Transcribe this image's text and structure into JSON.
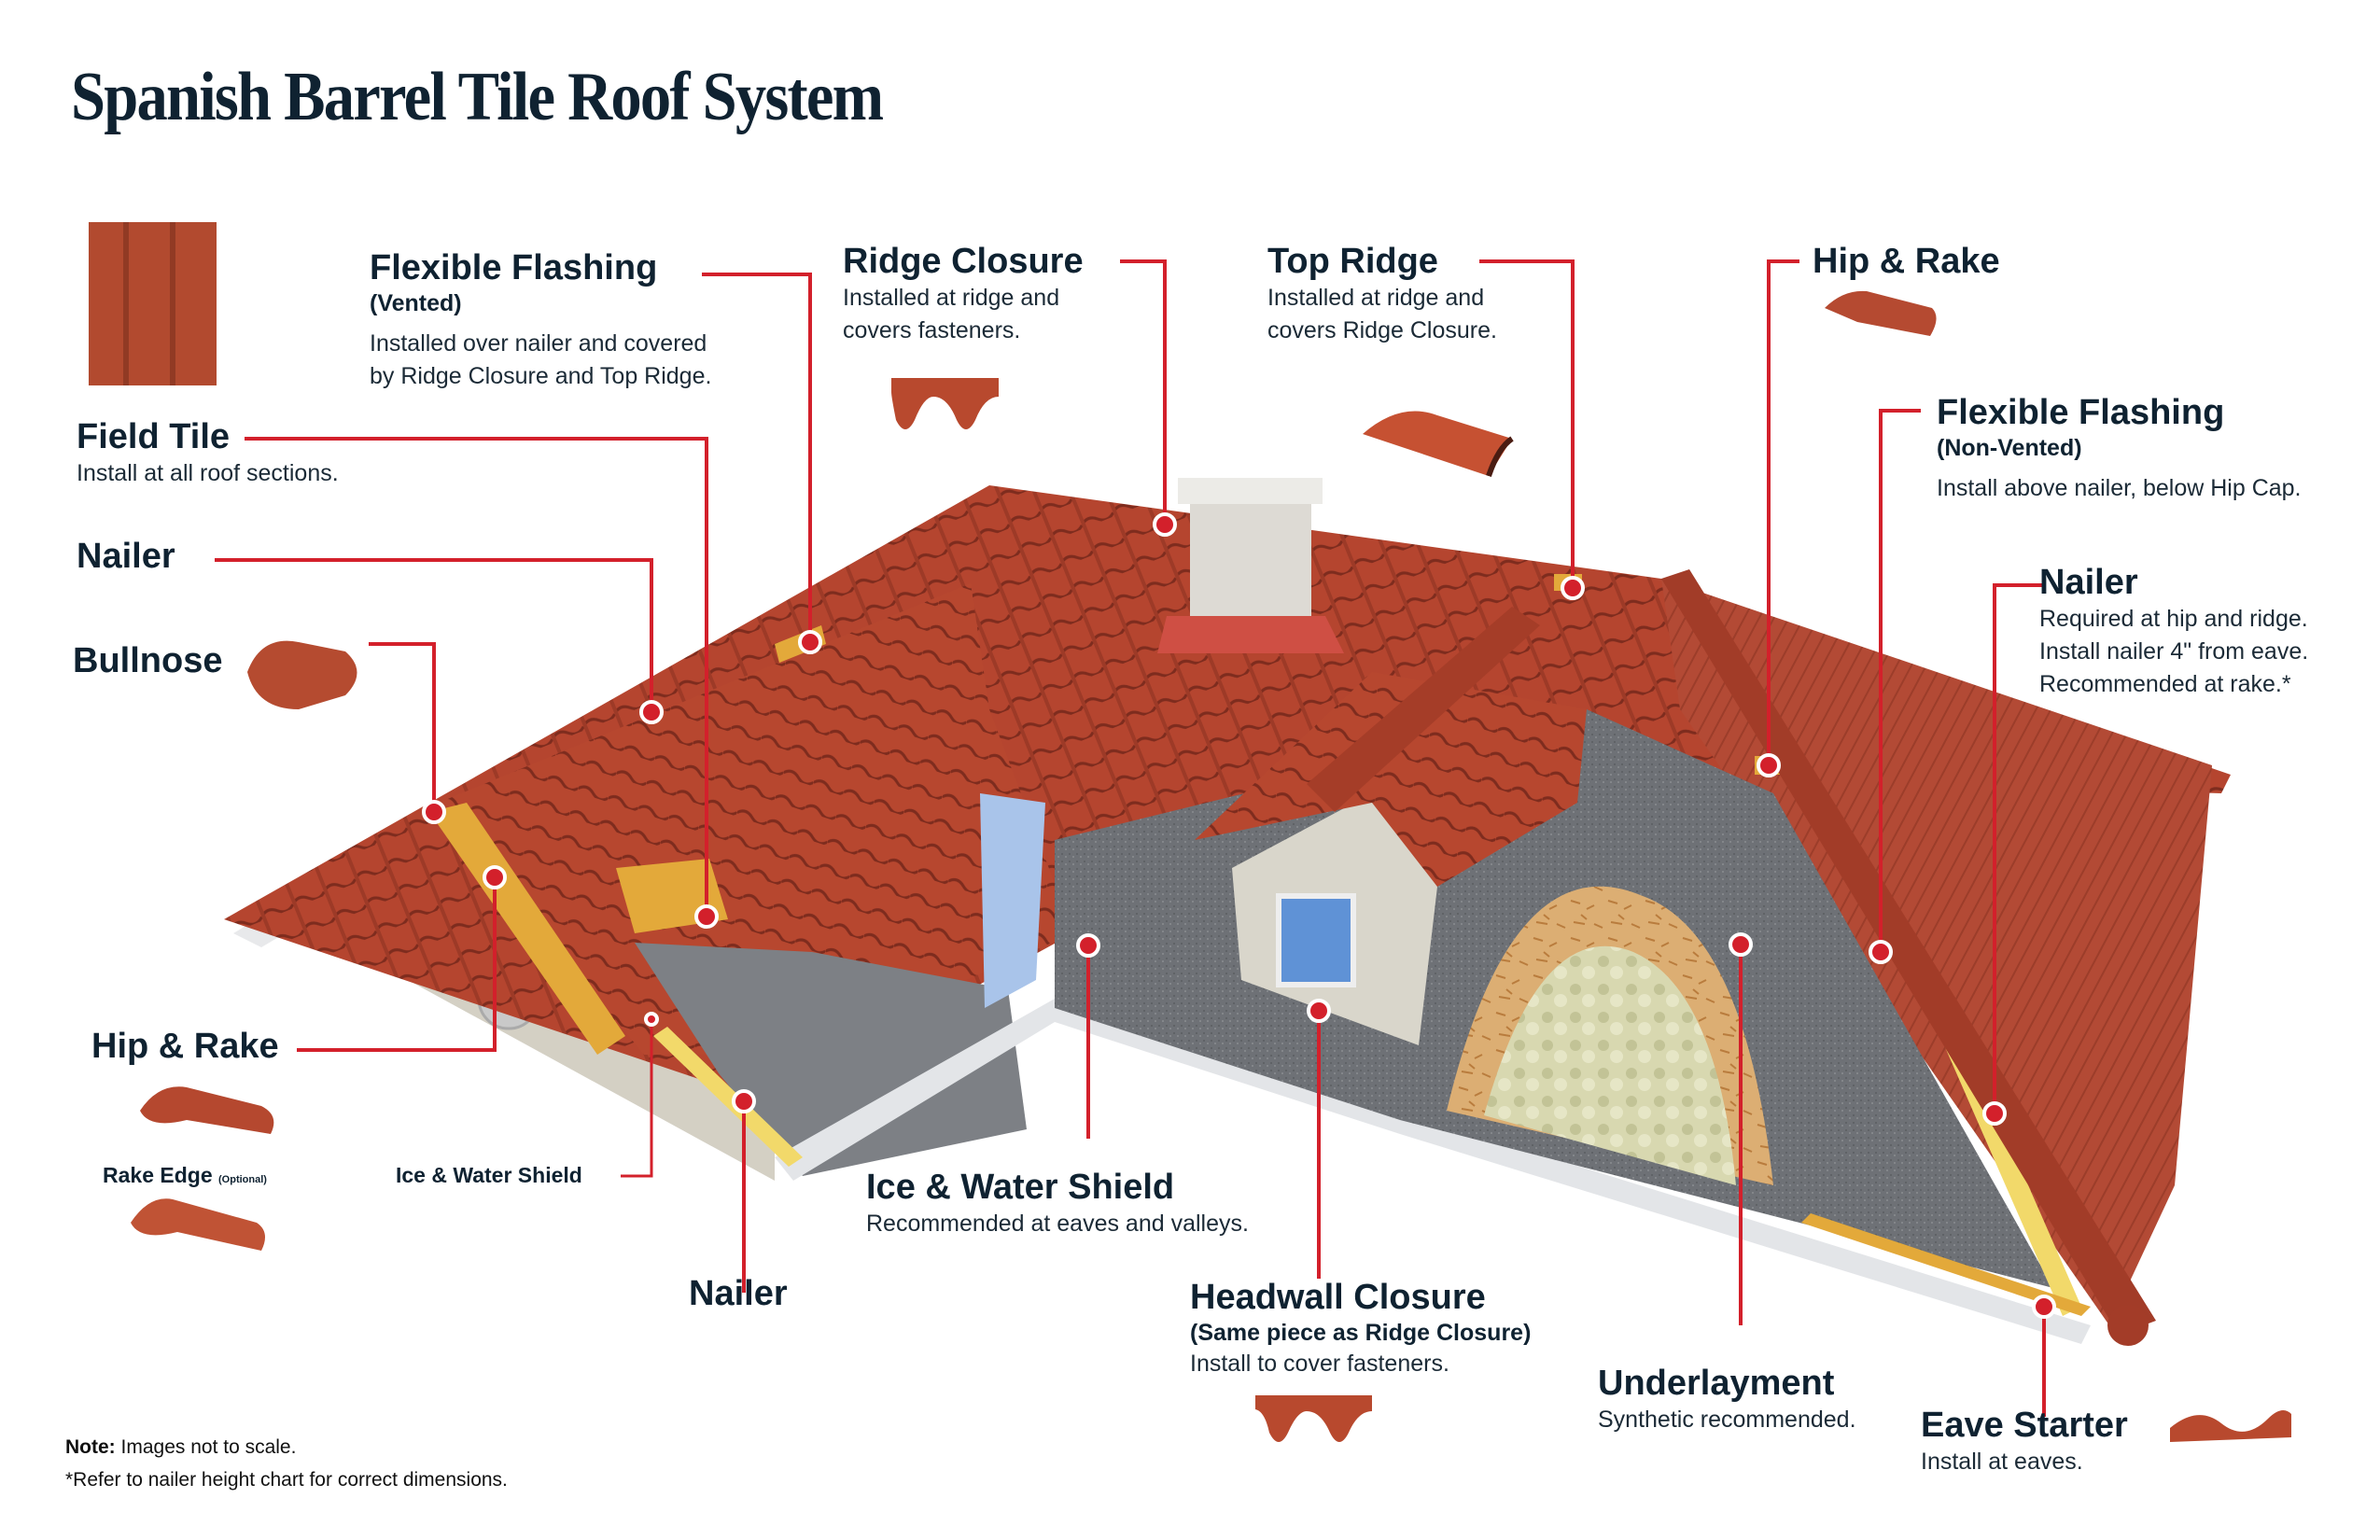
{
  "title": "Spanish Barrel Tile Roof System",
  "colors": {
    "title": "#0f2231",
    "leader_line": "#d3202b",
    "tile": "#b5452f",
    "tile_dark": "#8f3423",
    "nailer": "#e3a93a",
    "underlayment": "#7c7f84",
    "ice_water_shield": "#a9c4ea",
    "sheathing": "#d9a96a",
    "wall": "#d8d4c8",
    "fascia": "#e9eaec"
  },
  "labels": {
    "field_tile": {
      "title": "Field Tile",
      "desc": "Install at all roof sections."
    },
    "flexible_flashing_vented": {
      "title": "Flexible Flashing",
      "subtitle": "(Vented)",
      "desc_1": "Installed over nailer and covered",
      "desc_2": "by Ridge Closure and Top Ridge."
    },
    "ridge_closure": {
      "title": "Ridge Closure",
      "desc_1": "Installed at ridge and",
      "desc_2": "covers fasteners."
    },
    "top_ridge": {
      "title": "Top Ridge",
      "desc_1": "Installed at ridge and",
      "desc_2": "covers Ridge Closure."
    },
    "hip_rake_top": {
      "title": "Hip & Rake"
    },
    "flexible_flashing_non_vented": {
      "title": "Flexible Flashing",
      "subtitle": "(Non-Vented)",
      "desc": "Install above nailer, below Hip Cap."
    },
    "nailer_right": {
      "title": "Nailer",
      "desc_1": "Required at hip and ridge.",
      "desc_2": "Install nailer 4\" from eave.",
      "desc_3": "Recommended at rake.*"
    },
    "nailer_left": {
      "title": "Nailer"
    },
    "bullnose": {
      "title": "Bullnose"
    },
    "hip_rake_left": {
      "title": "Hip & Rake"
    },
    "rake_edge": {
      "title": "Rake Edge",
      "optional": "(Optional)"
    },
    "ice_water_small": {
      "title": "Ice & Water Shield"
    },
    "nailer_bottom": {
      "title": "Nailer"
    },
    "ice_water_main": {
      "title": "Ice & Water Shield",
      "desc": "Recommended at eaves and valleys."
    },
    "headwall_closure": {
      "title": "Headwall Closure",
      "subtitle": "(Same piece as Ridge Closure)",
      "desc": "Install to cover fasteners."
    },
    "underlayment": {
      "title": "Underlayment",
      "desc": "Synthetic recommended."
    },
    "eave_starter": {
      "title": "Eave Starter",
      "desc": "Install at eaves."
    }
  },
  "note": {
    "label": "Note:",
    "text": "Images not to scale.",
    "footnote": "*Refer to nailer height chart for correct dimensions."
  },
  "icons": [
    "field-tile-icon",
    "ridge-closure-icon",
    "top-ridge-icon",
    "hip-rake-icon",
    "bullnose-icon",
    "rake-edge-icon",
    "headwall-closure-icon",
    "eave-starter-icon"
  ]
}
